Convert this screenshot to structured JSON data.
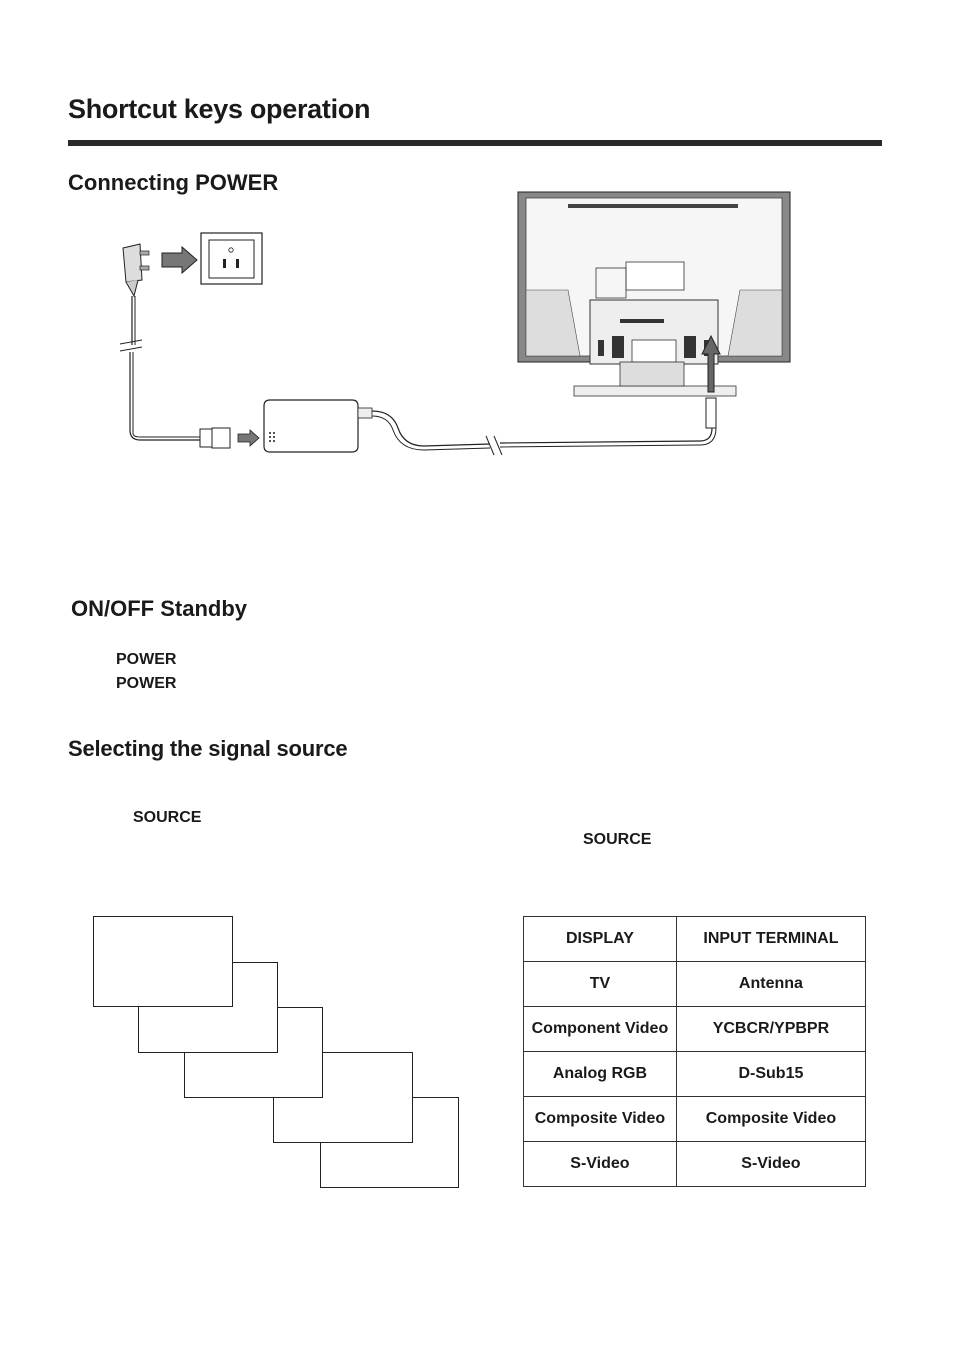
{
  "page": {
    "title": "Shortcut keys operation"
  },
  "power_section": {
    "heading": "Connecting POWER"
  },
  "standby_section": {
    "heading": "ON/OFF Standby",
    "key_line_1": "POWER",
    "key_line_2": "POWER"
  },
  "source_section": {
    "heading": "Selecting the signal source",
    "key_left": "SOURCE",
    "key_right": "SOURCE"
  },
  "source_table": {
    "headers": [
      "DISPLAY",
      "INPUT TERMINAL"
    ],
    "rows": [
      [
        "TV",
        "Antenna"
      ],
      [
        "Component Video",
        "YCBCR/YPBPR"
      ],
      [
        "Analog RGB",
        "D-Sub15"
      ],
      [
        "Composite Video",
        "Composite Video"
      ],
      [
        "S-Video",
        "S-Video"
      ]
    ]
  }
}
